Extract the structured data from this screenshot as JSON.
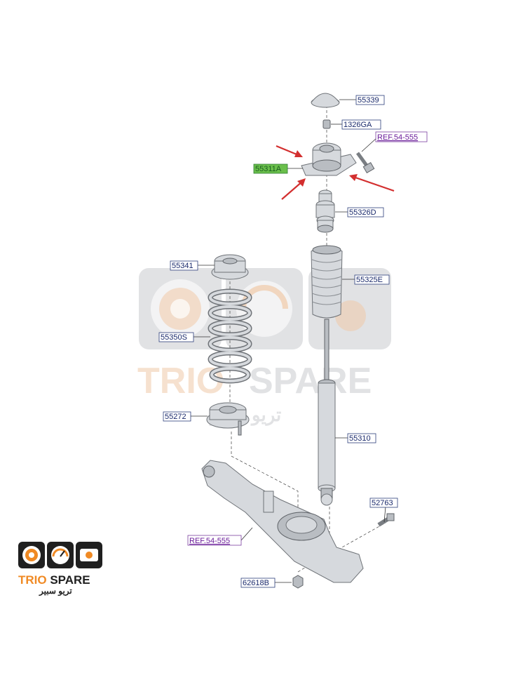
{
  "callouts": {
    "c55339": "55339",
    "c1326ga": "1326GA",
    "ref_top": "REF.54-555",
    "c55311a": "55311A",
    "c55326d": "55326D",
    "c55341": "55341",
    "c55325e": "55325E",
    "c55350s": "55350S",
    "c55272": "55272",
    "c55310": "55310",
    "c52763": "52763",
    "ref_bottom": "REF.54-555",
    "c62618b": "62618B"
  },
  "watermark": {
    "brand": "TRIO SPARE",
    "brand_ar": "تريو سبير"
  },
  "logo": {
    "brand": "TRIO SPARE",
    "brand_ar": "تريو سبير",
    "color_dark": "#1f1f1f",
    "color_orange": "#f08a24"
  },
  "arrow_color": "#d32f2f"
}
